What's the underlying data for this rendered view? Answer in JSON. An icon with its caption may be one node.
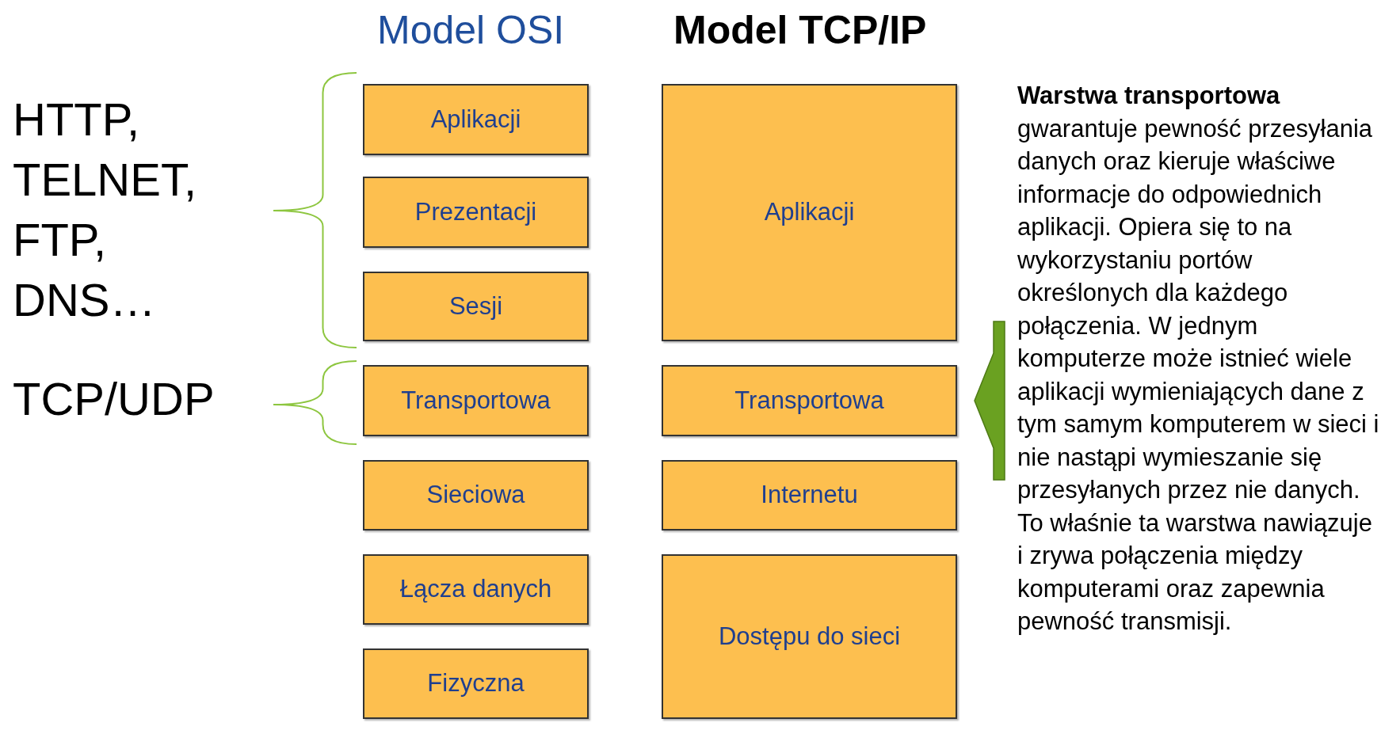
{
  "diagram": {
    "nodes": [
      {
        "text": [
          "Aplikacji"
        ]
      },
      {
        "text": [
          "Prezentacji"
        ]
      },
      {
        "text": [
          "Sesji"
        ]
      },
      {
        "text": [
          "Transportowa"
        ]
      },
      {
        "text": [
          "Sieciowa"
        ]
      },
      {
        "text": [
          "Łącza danych"
        ]
      },
      {
        "text": [
          "Fizyczna"
        ]
      },
      {
        "text": [
          "Aplikacji"
        ]
      },
      {
        "text": [
          "Transportowa"
        ]
      },
      {
        "text": [
          "Internetu"
        ]
      },
      {
        "text": [
          "Dostępu do sieci"
        ]
      },
      {
        "text": [
          "Warstwa transportowa",
          "gwarantuje pewność przesyłania danych oraz kieruje właściwe informacje do odpowiednich aplikacji. Opiera się to na wykorzystaniu portów określonych dla każdego połączenia. W jednym komputerze może istnieć wiele aplikacji wymieniających dane z tym samym komputerem w sieci i nie nastąpi wymieszanie się przesyłanych przez nie danych. To właśnie ta warstwa nawiązuje i zrywa połączenia między komputerami oraz zapewnia pewność transmisji."
        ]
      }
    ],
    "edges": [
      {
        "from": 11,
        "to": 8,
        "arrow": "to",
        "style": "thick",
        "color": "#6aa121"
      }
    ],
    "labels": [
      "Model OSI",
      "Model TCP/IP",
      "HTTP, TELNET, FTP, DNS…",
      "TCP/UDP"
    ]
  }
}
